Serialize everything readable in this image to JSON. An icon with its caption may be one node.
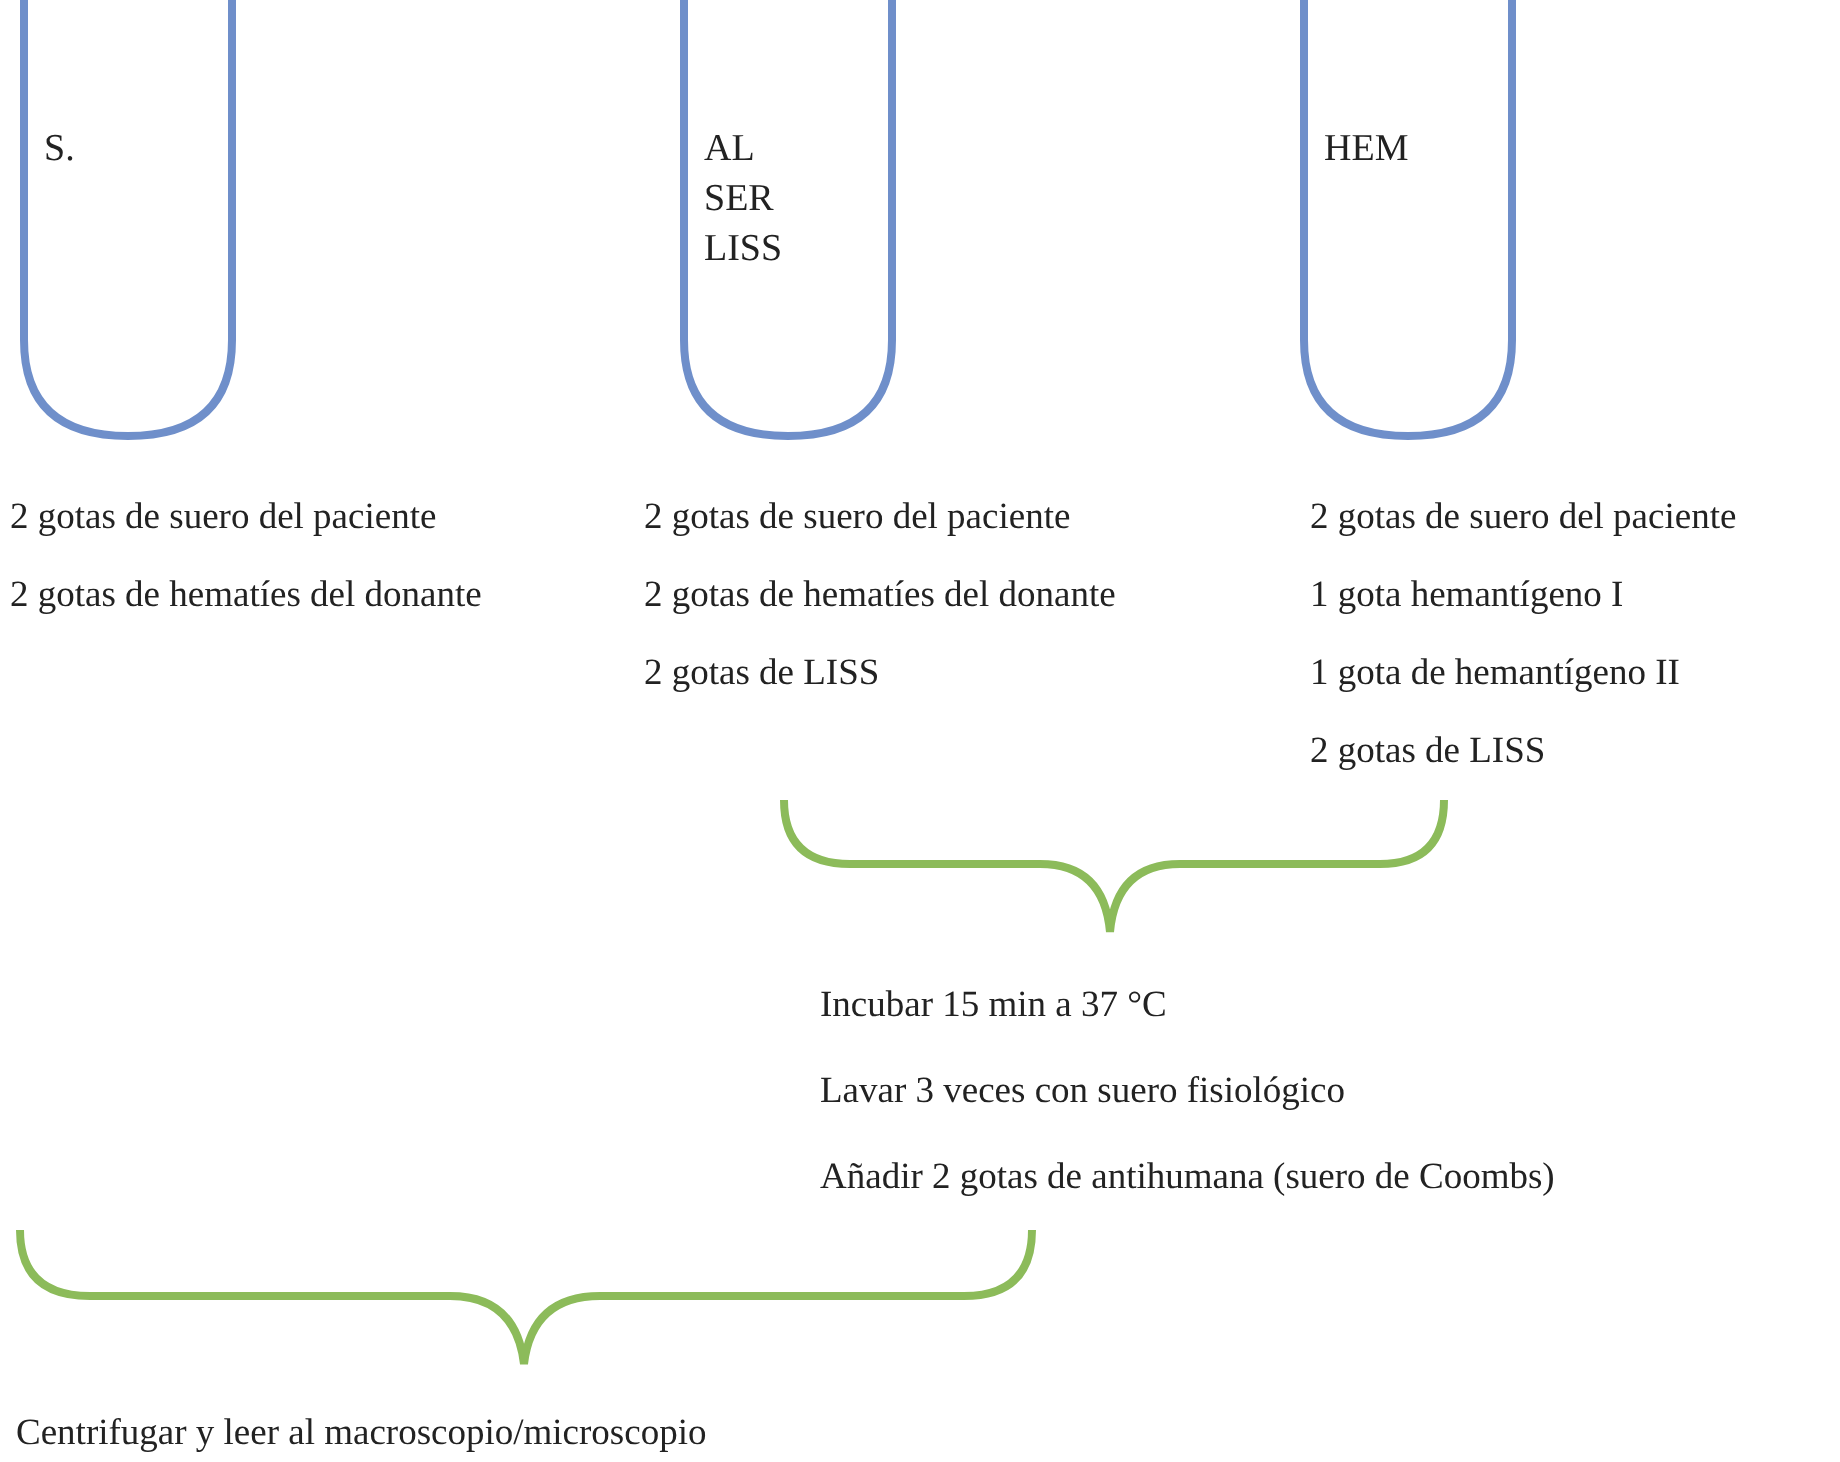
{
  "diagram": {
    "nodes": [
      {
        "text": [
          "S."
        ]
      },
      {
        "text": [
          "AL SER LISS"
        ]
      },
      {
        "text": [
          "HEM"
        ]
      }
    ],
    "labels": [
      "2 gotas de suero del paciente",
      "2 gotas de hematíes del donante",
      "2 gotas de suero del paciente",
      "2 gotas de hematíes del donante",
      "2 gotas de LISS",
      "2 gotas de suero del paciente",
      "1 gota hemantígeno I",
      "1 gota de hemantígeno II",
      "2 gotas de LISS",
      "Incubar 15 min a 37 °C",
      "Lavar 3 veces con suero fisiológico",
      "Añadir 2 gotas de antihumana (suero de Coombs)",
      "Centrifugar y leer al macroscopio/microscopio"
    ]
  }
}
